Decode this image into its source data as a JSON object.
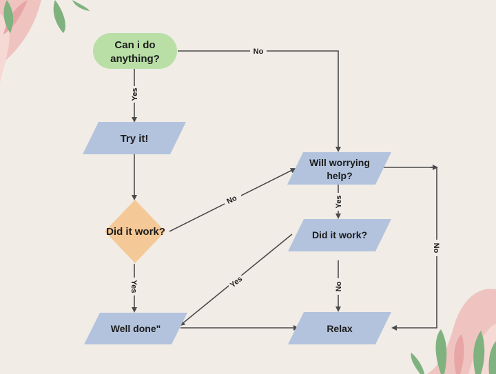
{
  "nodes": {
    "start": {
      "line1": "Can i do",
      "line2": "anything?",
      "color": "#b9dfa6"
    },
    "try_it": {
      "label": "Try it!",
      "color": "#b3c3dd"
    },
    "did_it_work_1": {
      "label": "Did it work?",
      "color": "#f5c997"
    },
    "well_done": {
      "label": "Well done\"",
      "color": "#b3c3dd"
    },
    "worry": {
      "line1": "Will worrying",
      "line2": "help?",
      "color": "#b3c3dd"
    },
    "did_it_work_2": {
      "label": "Did it work?",
      "color": "#b3c3dd"
    },
    "relax": {
      "label": "Relax",
      "color": "#b3c3dd"
    }
  },
  "edges": {
    "start_no": "No",
    "start_yes": "Yes",
    "work1_no": "No",
    "work1_yes": "Yes",
    "worry_yes": "Yes",
    "worry_no": "No",
    "work2_yes": "Yes",
    "work2_no": "No"
  },
  "colors": {
    "background": "#f1ece6",
    "leaf_dark": "#7fb27f",
    "leaf_pink": "#e8a5a5",
    "blob_pink": "#efc4c0",
    "edge": "#4a4a4a"
  }
}
